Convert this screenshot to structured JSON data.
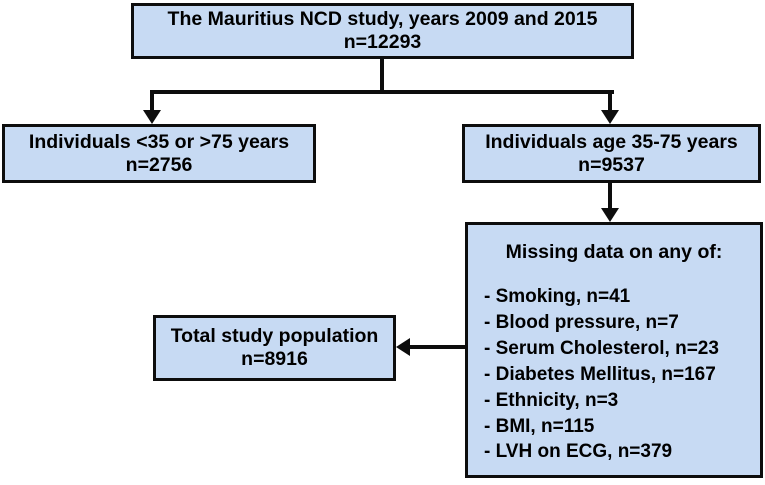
{
  "diagram": {
    "type": "flowchart",
    "title": "Study population selection flow",
    "colors": {
      "box_fill": "#c7daf3",
      "box_border": "#0d0d0d",
      "connector": "#0d0d0d",
      "text": "#000000",
      "background": "#ffffff"
    },
    "nodes": {
      "top": {
        "id": "study-cohort",
        "lines": [
          "The Mauritius NCD study, years 2009 and 2015",
          "n=12293"
        ],
        "n": 12293
      },
      "excluded": {
        "id": "excluded-age",
        "lines": [
          "Individuals <35 or >75 years",
          "n=2756"
        ],
        "n": 2756
      },
      "eligible": {
        "id": "eligible-age",
        "lines": [
          "Individuals age 35-75 years",
          "n=9537"
        ],
        "n": 9537
      },
      "missing": {
        "id": "missing-data",
        "title": "Missing data on any of:",
        "items": [
          "- Smoking, n=41",
          "- Blood pressure, n=7",
          "- Serum Cholesterol, n=23",
          "- Diabetes Mellitus, n=167",
          "- Ethnicity, n=3",
          "- BMI, n=115",
          "- LVH on ECG, n=379"
        ],
        "counts": {
          "smoking": 41,
          "blood_pressure": 7,
          "serum_cholesterol": 23,
          "diabetes_mellitus": 167,
          "ethnicity": 3,
          "bmi": 115,
          "lvh_on_ecg": 379
        }
      },
      "total": {
        "id": "total-study-population",
        "lines": [
          "Total study population",
          "n=8916"
        ],
        "n": 8916
      }
    },
    "edges": [
      {
        "from": "top",
        "to": "excluded",
        "style": "elbow-arrow-down"
      },
      {
        "from": "top",
        "to": "eligible",
        "style": "elbow-arrow-down"
      },
      {
        "from": "eligible",
        "to": "missing",
        "style": "arrow-down"
      },
      {
        "from": "missing",
        "to": "total",
        "style": "arrow-left"
      }
    ]
  }
}
